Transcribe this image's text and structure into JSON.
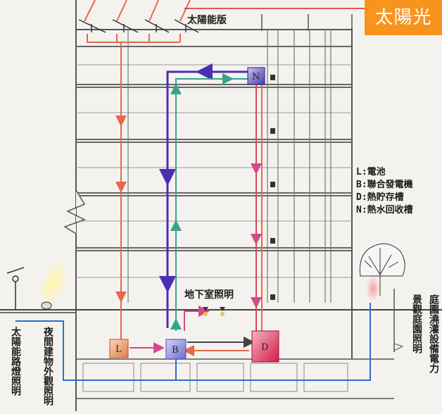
{
  "sunlight_label": "太陽光",
  "solar_panel_label": "太陽能版",
  "basement_lighting_label": "地下室照明",
  "legend": [
    "L:電池",
    "B:聯合發電機",
    "D:熱貯存槽",
    "N:熱水回收槽"
  ],
  "equipment": {
    "battery": "L",
    "generator": "B",
    "heat_storage": "D",
    "hot_water_recovery": "N"
  },
  "vertical_labels": {
    "solar_street_lighting": "太陽能路燈照明",
    "night_building_lighting": "夜間建物外觀照明",
    "landscape_garden_lighting": "景觀庭園照明",
    "garden_irrigation_power": "庭園澆灌設備電力"
  },
  "colors": {
    "solar_line": "#e8674a",
    "pink_line": "#d24a8a",
    "blue_line": "#4b2fb3",
    "teal_line": "#35a48e",
    "electric_line": "#2b6fc7",
    "sunlight_tag": "#f7941d"
  }
}
